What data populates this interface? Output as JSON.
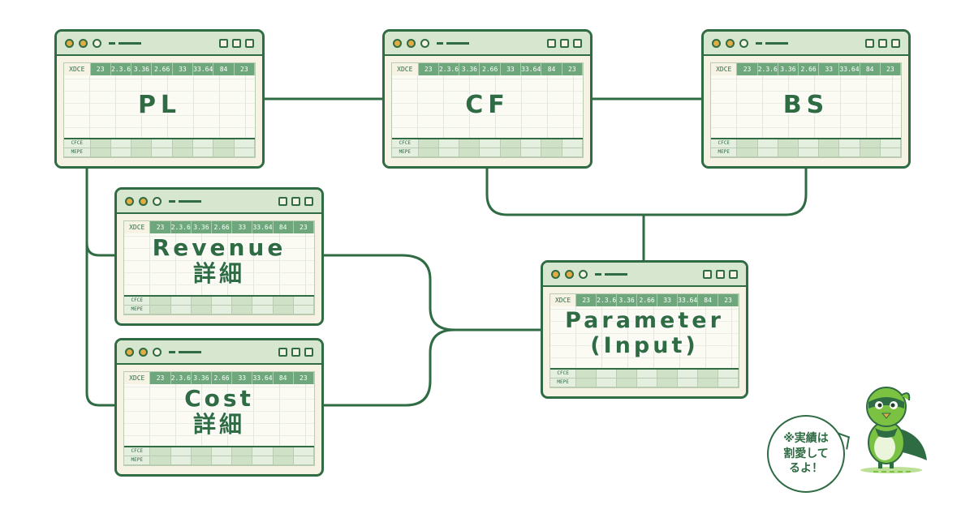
{
  "sheet": {
    "header_cells": [
      "XDCE",
      "23",
      "2.3.6",
      "3.36",
      "2.66",
      "33",
      "33.64",
      "84",
      "23"
    ],
    "footer_labels": [
      "CFCE",
      "MEPE"
    ]
  },
  "windows": {
    "pl": {
      "line1": "PL",
      "line2": ""
    },
    "cf": {
      "line1": "CF",
      "line2": ""
    },
    "bs": {
      "line1": "BS",
      "line2": ""
    },
    "revenue": {
      "line1": "Revenue",
      "line2": "詳細"
    },
    "cost": {
      "line1": "Cost",
      "line2": "詳細"
    },
    "parameter": {
      "line1": "Parameter",
      "line2": "(Input)"
    }
  },
  "bubble": {
    "lines": [
      "※実績は",
      "割愛して",
      "るよ！"
    ]
  },
  "colors": {
    "primary": "#2f6b43",
    "window_bg": "#f6f3e4",
    "titlebar": "#d7e6cf",
    "header": "#6ea77c",
    "accent_dots": "#e2ac42",
    "mascot_green": "#7cc242"
  },
  "mascot": {
    "icon": "bird-mascot-icon"
  }
}
